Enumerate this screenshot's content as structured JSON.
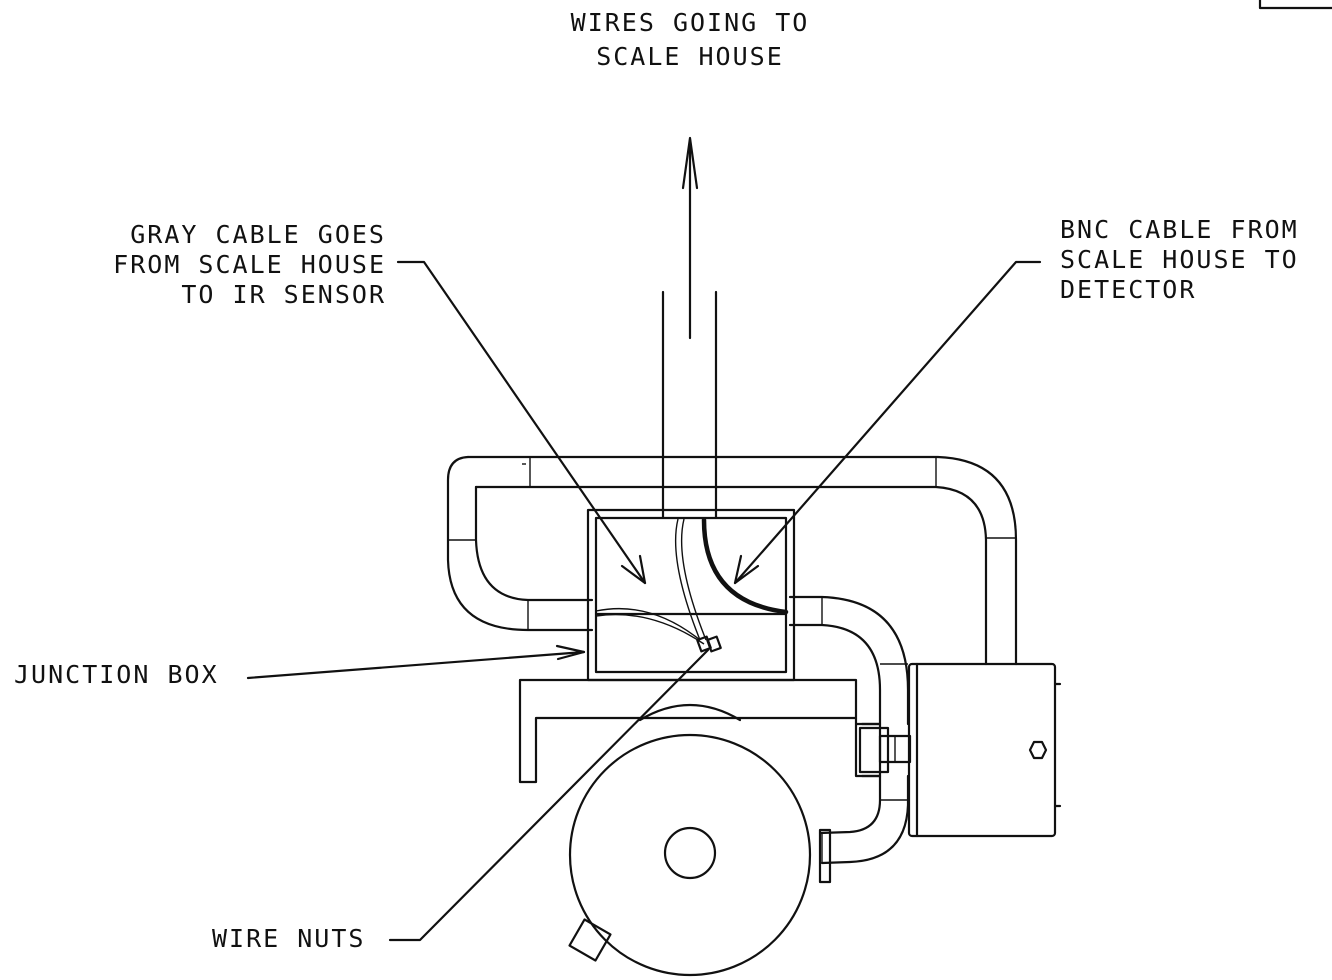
{
  "labels": {
    "top_line1": "WIRES GOING TO",
    "top_line2": "SCALE HOUSE",
    "gray_line1": "GRAY CABLE GOES",
    "gray_line2": "FROM SCALE HOUSE",
    "gray_line3": "TO IR SENSOR",
    "bnc_line1": "BNC CABLE FROM",
    "bnc_line2": "SCALE HOUSE TO",
    "bnc_line3": "DETECTOR",
    "junction": "JUNCTION BOX",
    "wirenuts": "WIRE NUTS"
  }
}
